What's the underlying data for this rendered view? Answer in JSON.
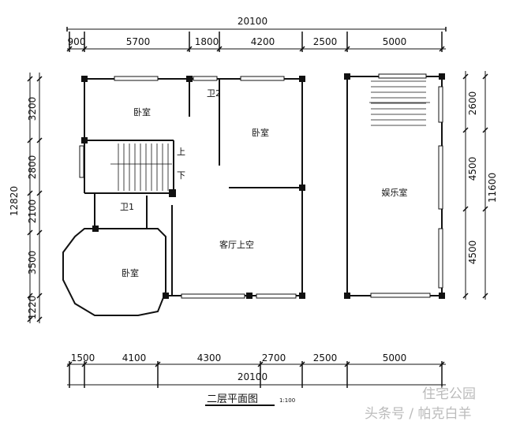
{
  "title": "二层平面图",
  "scale": "1:100",
  "watermark": {
    "line1": "住宅公园",
    "line2": "头条号 / 帕克白羊"
  },
  "dims": {
    "top_total": "20100",
    "top": [
      "900",
      "5700",
      "1800",
      "4200",
      "2500",
      "5000"
    ],
    "bottom": [
      "1500",
      "4100",
      "4300",
      "2700",
      "2500",
      "5000"
    ],
    "bottom_total": "20100",
    "left": [
      "3200",
      "2800",
      "2100",
      "3500",
      "1220"
    ],
    "left_total": "12820",
    "right": [
      "2600",
      "4500",
      "4500"
    ],
    "right_total": "11600"
  },
  "rooms": {
    "bedroom1": "卧室",
    "bedroom2": "卧室",
    "bedroom3": "卧室",
    "bath1": "卫1",
    "bath2": "卫2",
    "living_void": "客厅上空",
    "entertainment": "娱乐室",
    "stair_up": "上",
    "stair_down": "下"
  }
}
